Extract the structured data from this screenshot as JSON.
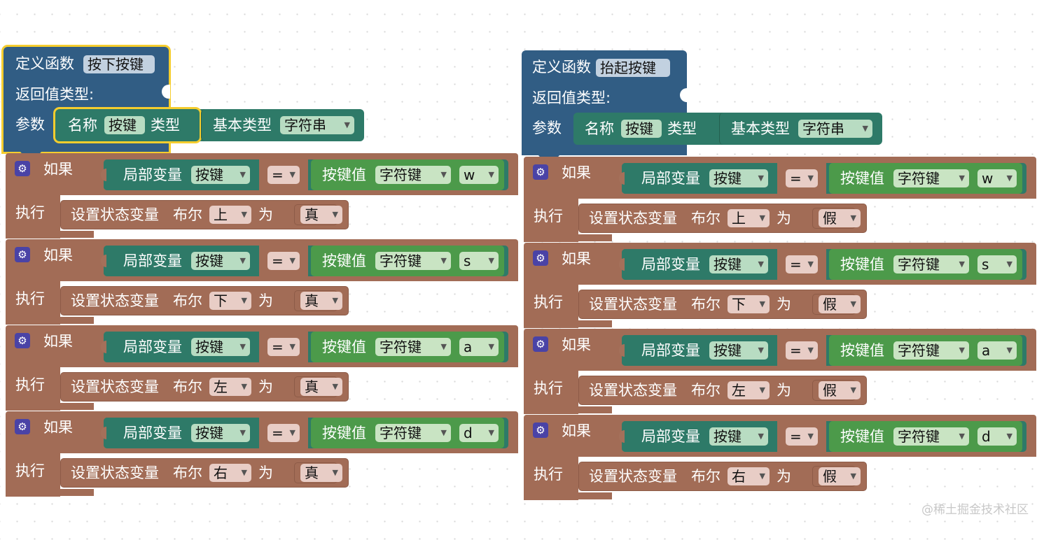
{
  "functions": [
    {
      "define_label": "定义函数",
      "name": "按下按键",
      "return_label": "返回值类型:",
      "param_label": "参数",
      "param_name_label": "名称",
      "param_name": "按键",
      "param_type_label": "类型",
      "base_type_label": "基本类型",
      "base_type_value": "字符串",
      "selected": true,
      "if_blocks": [
        {
          "if_label": "如果",
          "var_label": "局部变量",
          "var_value": "按键",
          "op": "=",
          "key_label": "按键值",
          "key_type": "字符键",
          "key_char": "w",
          "do_label": "执行",
          "set_label": "设置状态变量",
          "bool_label": "布尔",
          "dir": "上",
          "as_label": "为",
          "value": "真"
        },
        {
          "if_label": "如果",
          "var_label": "局部变量",
          "var_value": "按键",
          "op": "=",
          "key_label": "按键值",
          "key_type": "字符键",
          "key_char": "s",
          "do_label": "执行",
          "set_label": "设置状态变量",
          "bool_label": "布尔",
          "dir": "下",
          "as_label": "为",
          "value": "真"
        },
        {
          "if_label": "如果",
          "var_label": "局部变量",
          "var_value": "按键",
          "op": "=",
          "key_label": "按键值",
          "key_type": "字符键",
          "key_char": "a",
          "do_label": "执行",
          "set_label": "设置状态变量",
          "bool_label": "布尔",
          "dir": "左",
          "as_label": "为",
          "value": "真"
        },
        {
          "if_label": "如果",
          "var_label": "局部变量",
          "var_value": "按键",
          "op": "=",
          "key_label": "按键值",
          "key_type": "字符键",
          "key_char": "d",
          "do_label": "执行",
          "set_label": "设置状态变量",
          "bool_label": "布尔",
          "dir": "右",
          "as_label": "为",
          "value": "真"
        }
      ]
    },
    {
      "define_label": "定义函数",
      "name": "抬起按键",
      "return_label": "返回值类型:",
      "param_label": "参数",
      "param_name_label": "名称",
      "param_name": "按键",
      "param_type_label": "类型",
      "base_type_label": "基本类型",
      "base_type_value": "字符串",
      "selected": false,
      "if_blocks": [
        {
          "if_label": "如果",
          "var_label": "局部变量",
          "var_value": "按键",
          "op": "=",
          "key_label": "按键值",
          "key_type": "字符键",
          "key_char": "w",
          "do_label": "执行",
          "set_label": "设置状态变量",
          "bool_label": "布尔",
          "dir": "上",
          "as_label": "为",
          "value": "假"
        },
        {
          "if_label": "如果",
          "var_label": "局部变量",
          "var_value": "按键",
          "op": "=",
          "key_label": "按键值",
          "key_type": "字符键",
          "key_char": "s",
          "do_label": "执行",
          "set_label": "设置状态变量",
          "bool_label": "布尔",
          "dir": "下",
          "as_label": "为",
          "value": "假"
        },
        {
          "if_label": "如果",
          "var_label": "局部变量",
          "var_value": "按键",
          "op": "=",
          "key_label": "按键值",
          "key_type": "字符键",
          "key_char": "a",
          "do_label": "执行",
          "set_label": "设置状态变量",
          "bool_label": "布尔",
          "dir": "左",
          "as_label": "为",
          "value": "假"
        },
        {
          "if_label": "如果",
          "var_label": "局部变量",
          "var_value": "按键",
          "op": "=",
          "key_label": "按键值",
          "key_type": "字符键",
          "key_char": "d",
          "do_label": "执行",
          "set_label": "设置状态变量",
          "bool_label": "布尔",
          "dir": "右",
          "as_label": "为",
          "value": "假"
        }
      ]
    }
  ],
  "watermark": "@稀土掘金技术社区",
  "icons": {
    "settings": "gear-icon",
    "dropdown": "chevron-down-icon"
  },
  "colors": {
    "function": "#315d84",
    "control": "#a26c56",
    "variable": "#2e7a68",
    "key": "#4c9a4a",
    "selection": "#f5cd2e"
  }
}
